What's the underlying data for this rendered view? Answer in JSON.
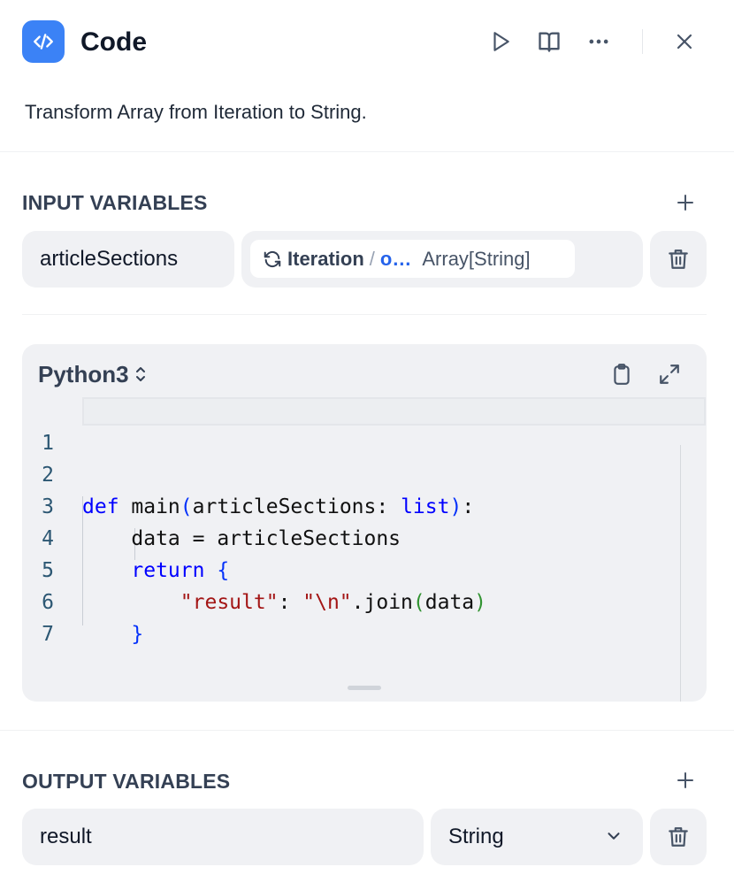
{
  "header": {
    "title": "Code",
    "icons": [
      "code-icon",
      "run-play-icon",
      "docs-book-icon",
      "more-dots-icon",
      "close-icon"
    ]
  },
  "description": "Transform Array from Iteration to String.",
  "input_variables": {
    "title": "INPUT VARIABLES",
    "items": [
      {
        "name": "articleSections",
        "source_node": "Iteration",
        "separator": "/",
        "source_var": "o…",
        "source_type": "Array[String]"
      }
    ]
  },
  "code_editor": {
    "language": "Python3",
    "lines": [
      {
        "number": "1"
      },
      {
        "number": "2",
        "t": {
          "kw": "def",
          "name": " main",
          "p_open": "(",
          "arg": "articleSections: ",
          "type": "list",
          "p_close": ")",
          "colon": ":"
        }
      },
      {
        "number": "3",
        "t": {
          "text": "    data = articleSections"
        }
      },
      {
        "number": "4",
        "t": {
          "indent": "    ",
          "kw": "return",
          "space": " ",
          "brace": "{"
        }
      },
      {
        "number": "5",
        "t": {
          "indent": "        ",
          "key": "\"result\"",
          "colon": ": ",
          "str": "\"\\n\"",
          "method": ".join",
          "p_open": "(",
          "arg": "data",
          "p_close": ")"
        }
      },
      {
        "number": "6",
        "t": {
          "indent": "    ",
          "brace": "}"
        }
      },
      {
        "number": "7"
      }
    ]
  },
  "output_variables": {
    "title": "OUTPUT VARIABLES",
    "items": [
      {
        "name": "result",
        "type": "String"
      }
    ]
  },
  "colors": {
    "accent": "#3b82f6",
    "field_bg": "#f0f1f4",
    "keyword": "#0000ff",
    "string": "#a31515",
    "link": "#2563eb"
  }
}
